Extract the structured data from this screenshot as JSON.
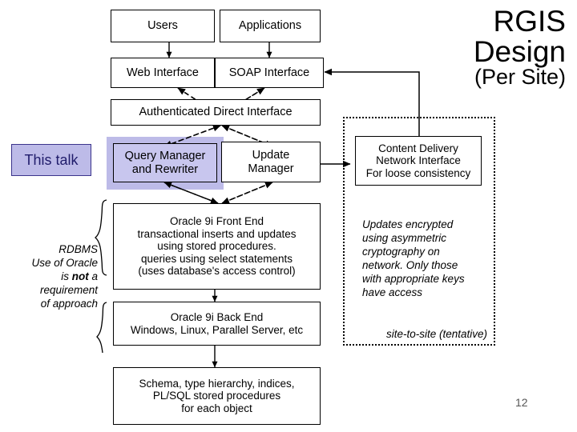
{
  "slide": {
    "page_number": "12",
    "title": {
      "line1": "RGIS",
      "line2": "Design",
      "line3": "(Per Site)"
    }
  },
  "colors": {
    "highlight_fill": "#bdbbe8",
    "highlight_border": "#3b348c",
    "highlight_text": "#201c6b",
    "box_border": "#000000",
    "box_fill": "#ffffff",
    "page_number_color": "#555555"
  },
  "callout": {
    "this_talk_label": "This talk"
  },
  "diagram": {
    "boxes": [
      {
        "id": "users",
        "label": "Users"
      },
      {
        "id": "applications",
        "label": "Applications"
      },
      {
        "id": "web_interface",
        "label": "Web Interface"
      },
      {
        "id": "soap_interface",
        "label": "SOAP Interface"
      },
      {
        "id": "auth_direct",
        "label": "Authenticated Direct Interface"
      },
      {
        "id": "query_manager",
        "label": "Query Manager\nand Rewriter"
      },
      {
        "id": "update_manager",
        "label": "Update\nManager"
      },
      {
        "id": "cdn_interface",
        "label": "Content Delivery\nNetwork Interface\nFor loose consistency"
      },
      {
        "id": "oracle_front_end",
        "label": "Oracle 9i Front End\ntransactional inserts and updates\nusing stored procedures.\nqueries using select statements\n(uses database's access control)"
      },
      {
        "id": "oracle_back_end",
        "label": "Oracle 9i Back End\nWindows, Linux, Parallel Server, etc"
      },
      {
        "id": "schema",
        "label": "Schema, type hierarchy, indices,\nPL/SQL stored procedures\nfor each object"
      }
    ]
  },
  "notes": {
    "rdbms": {
      "line1": "RDBMS",
      "line2": "Use of Oracle",
      "line3_pre": "is ",
      "line3_bold": "not",
      "line3_post": " a",
      "line4": "requirement",
      "line5": "of approach"
    },
    "encryption": "Updates encrypted\nusing asymmetric\ncryptography on\nnetwork.  Only those\nwith appropriate keys\nhave access",
    "site_scope": "site-to-site (tentative)"
  }
}
